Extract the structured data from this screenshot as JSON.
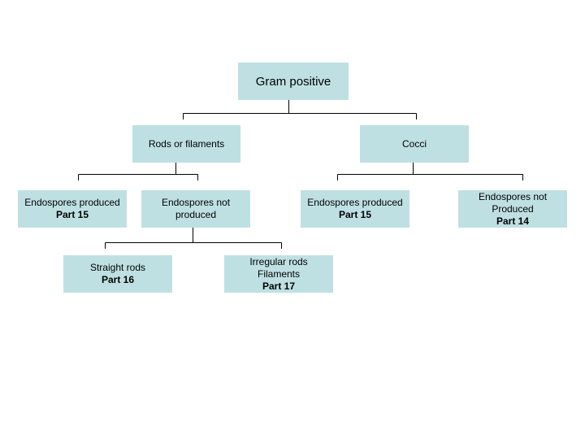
{
  "diagram": {
    "root": {
      "label": "Gram positive"
    },
    "rods": {
      "label": "Rods or filaments"
    },
    "cocci": {
      "label": "Cocci"
    },
    "rods_endospores_produced": {
      "line1": "Endospores produced",
      "part": "Part 15"
    },
    "rods_endospores_not_produced": {
      "line1": "Endospores not",
      "line2": "produced"
    },
    "cocci_endospores_produced": {
      "line1": "Endospores produced",
      "part": "Part 15"
    },
    "cocci_endospores_not_produced": {
      "line1": "Endospores not",
      "line2": "Produced",
      "part": "Part 14"
    },
    "straight_rods": {
      "line1": "Straight rods",
      "part": "Part 16"
    },
    "irregular_rods": {
      "line1": "Irregular rods",
      "line2": "Filaments",
      "part": "Part 17"
    }
  },
  "colors": {
    "node_fill": "#bfe0e3",
    "connector": "#000000"
  }
}
